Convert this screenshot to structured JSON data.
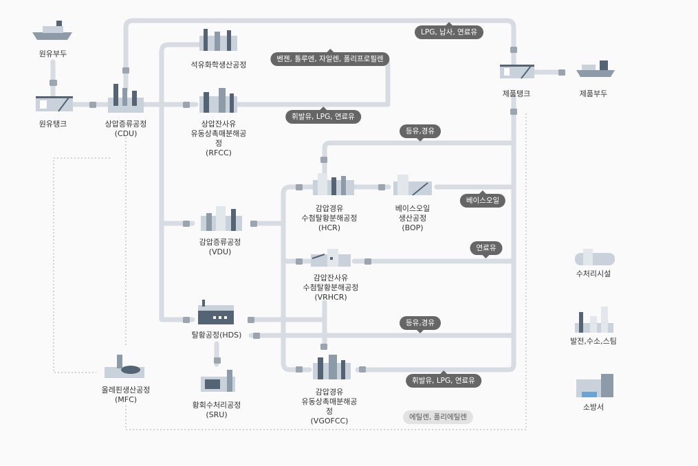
{
  "nodes": {
    "crude_pier": {
      "label": "원유부두"
    },
    "crude_tank": {
      "label": "원유탱크"
    },
    "cdu": {
      "label": "상압증류공정\n(CDU)"
    },
    "petchem": {
      "label": "석유화학생산공정"
    },
    "rfcc": {
      "label": "상압잔사유\n유동상촉매분해공\n정\n(RFCC)"
    },
    "vdu": {
      "label": "감압증류공정\n(VDU)"
    },
    "hds": {
      "label": "탈황공정(HDS)"
    },
    "sru": {
      "label": "황회수처리공정\n(SRU)"
    },
    "mfc": {
      "label": "올레핀생산공정\n(MFC)"
    },
    "hcr": {
      "label": "감압경유\n수첨탈황분해공정\n(HCR)"
    },
    "bop": {
      "label": "베이스오일\n생산공정\n(BOP)"
    },
    "vrhcr": {
      "label": "감압잔사유\n수첨탈황분해공정\n(VRHCR)"
    },
    "vgofcc": {
      "label": "감압경유\n유동상촉매분해공\n정\n(VGOFCC)"
    },
    "product_tank": {
      "label": "제품탱크"
    },
    "product_pier": {
      "label": "제품부두"
    }
  },
  "products": {
    "lpg_naphtha_fuel": "LPG, 납사, 연료유",
    "btx": "벤젠, 톨루엔, 자일렌, 폴리프로필렌",
    "volatile_lpg_fuel_1": "휘발유, LPG, 연료유",
    "kero_diesel_1": "등유,경유",
    "base_oil": "베이스오일",
    "fuel_oil": "연료유",
    "kero_diesel_2": "등유,경유",
    "volatile_lpg_fuel_2": "휘발유, LPG, 연료유",
    "ethylene": "에틸렌, 폴리에틸렌"
  },
  "legend": [
    {
      "label": "수처리시설",
      "icon": "water-treatment-icon"
    },
    {
      "label": "발전,수소,스팀",
      "icon": "power-plant-icon"
    },
    {
      "label": "소방서",
      "icon": "fire-station-icon"
    }
  ],
  "colors": {
    "pipe": "#d7dce2",
    "pill": "#666666",
    "pill_light": "#e2e2e2",
    "equipment_dark": "#546475",
    "equipment_light": "#c9d2db",
    "dotted": "#bbbbbb"
  }
}
